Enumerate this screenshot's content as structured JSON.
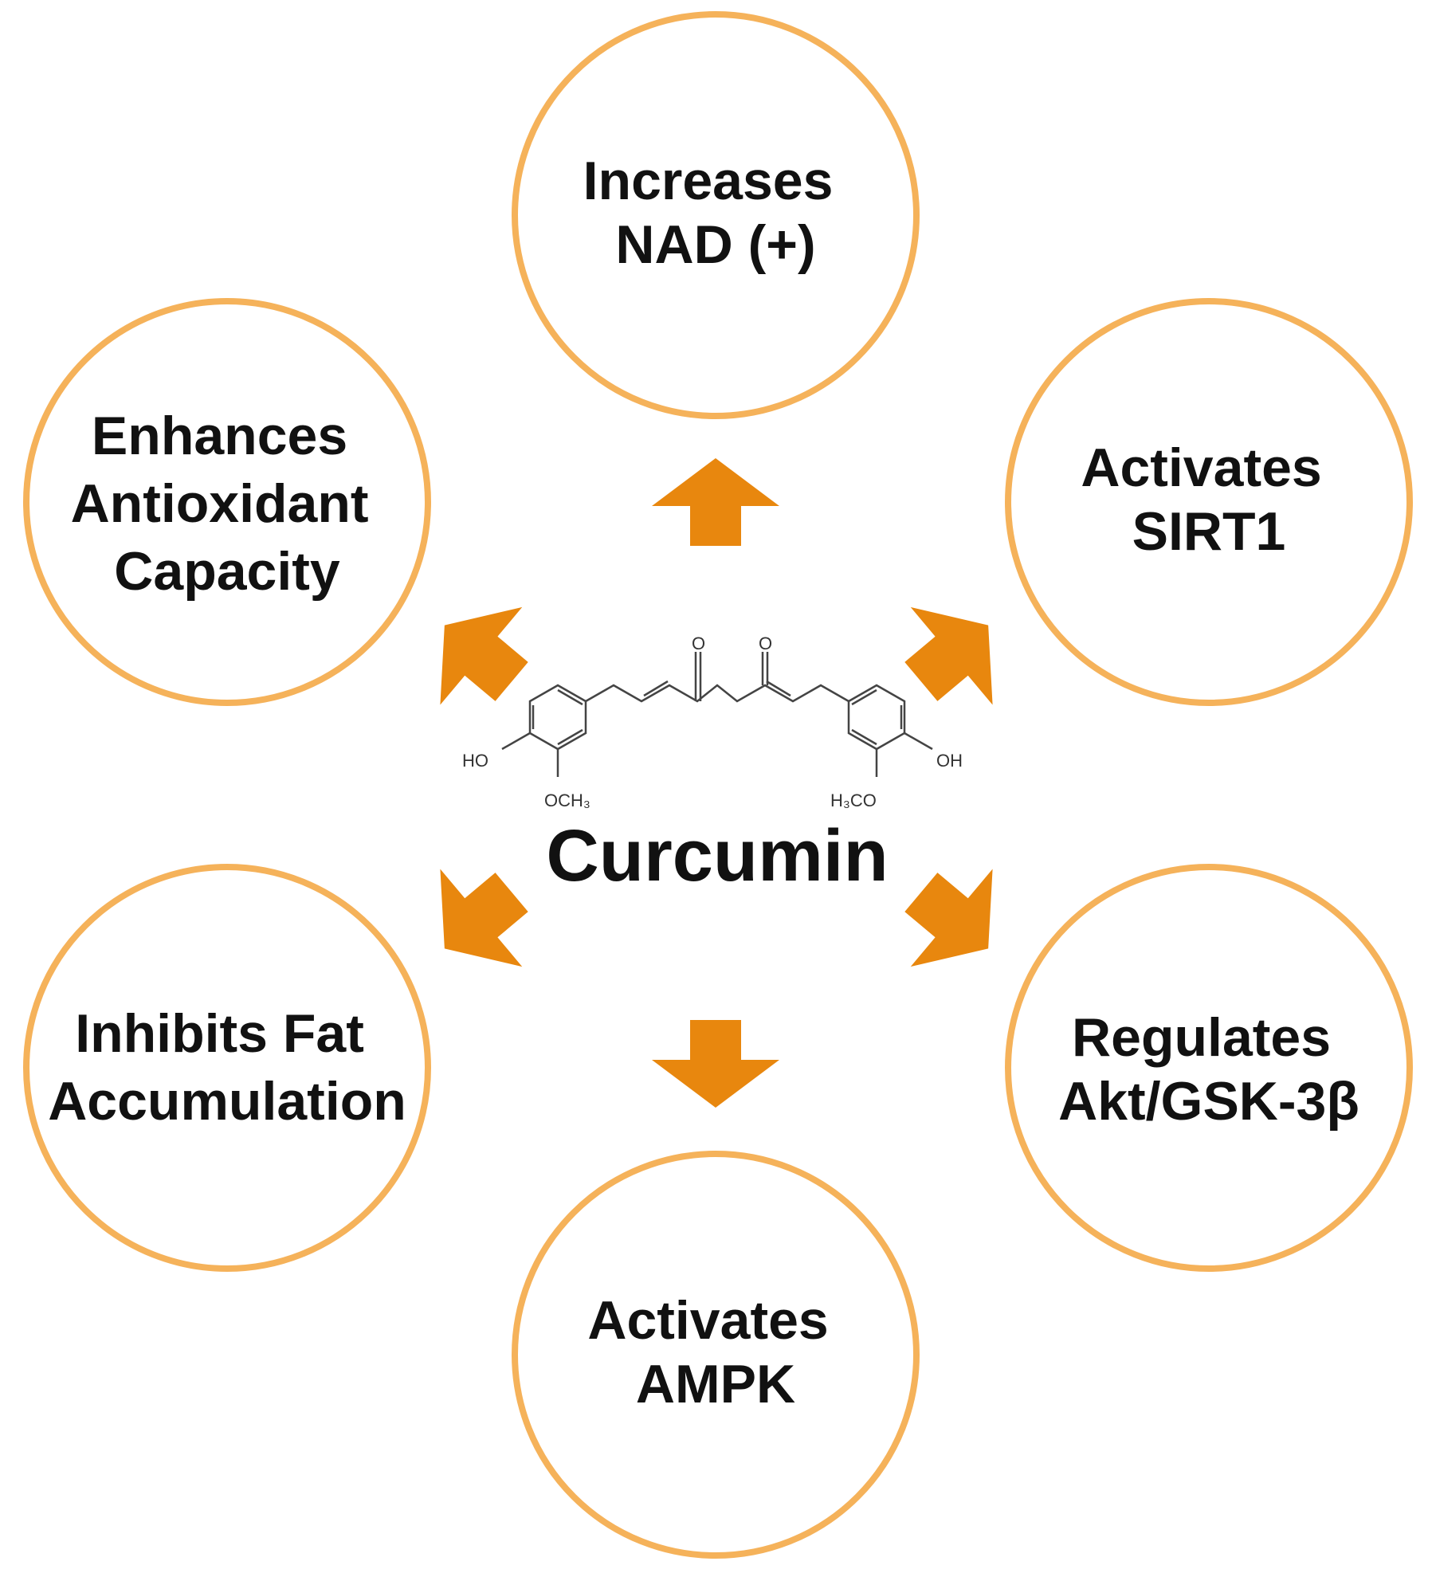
{
  "center": {
    "title": "Curcumin",
    "structure_labels": {
      "ketone_left": "O",
      "ketone_right": "O",
      "hydroxyl_left": "HO",
      "hydroxyl_right": "OH",
      "methoxy_left": "OCH₃",
      "methoxy_right": "H₃CO"
    }
  },
  "nodes": [
    {
      "id": "top",
      "lines": [
        "Increases",
        "NAD (+)"
      ]
    },
    {
      "id": "top-right",
      "lines": [
        "Activates",
        "SIRT1"
      ]
    },
    {
      "id": "bottom-right",
      "lines": [
        "Regulates",
        "Akt/GSK-3β"
      ]
    },
    {
      "id": "bottom",
      "lines": [
        "Activates",
        "AMPK"
      ]
    },
    {
      "id": "bottom-left",
      "lines": [
        "Inhibits Fat",
        "Accumulation"
      ]
    },
    {
      "id": "top-left",
      "lines": [
        "Enhances",
        "Antioxidant",
        "Capacity"
      ]
    }
  ],
  "colors": {
    "circle_stroke": "#F5B25A",
    "arrow_fill": "#E8870E",
    "text": "#111111"
  }
}
